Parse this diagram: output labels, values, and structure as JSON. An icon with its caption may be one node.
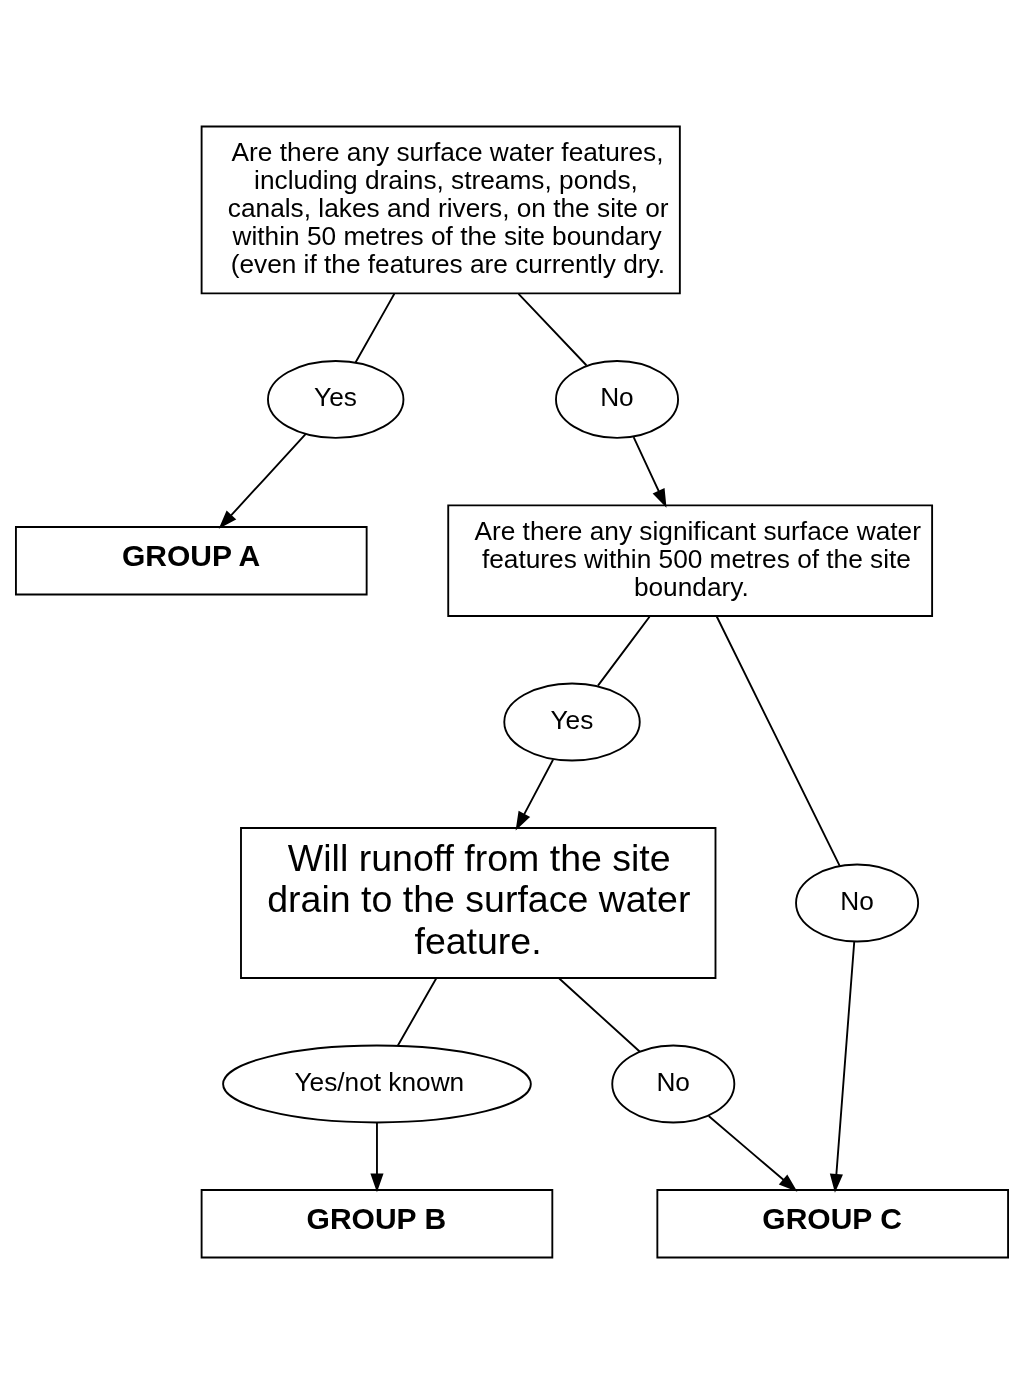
{
  "diagram": {
    "nodes": [
      {
        "text": [
          "Are there any surface water features, including drains, streams, ponds, canals, lakes and rivers, on the site or within 50 metres of the site boundary (even if the features are currently dry."
        ]
      },
      {
        "text": [
          "Yes"
        ]
      },
      {
        "text": [
          "No"
        ]
      },
      {
        "text": [
          "GROUP A"
        ]
      },
      {
        "text": [
          "Are there any significant surface water features within 500 metres of the site boundary."
        ]
      },
      {
        "text": [
          "Yes"
        ]
      },
      {
        "text": [
          "No"
        ]
      },
      {
        "text": [
          "Will runoff from the site drain to the surface water feature."
        ]
      },
      {
        "text": [
          "Yes/not known"
        ]
      },
      {
        "text": [
          "No"
        ]
      },
      {
        "text": [
          "GROUP B"
        ]
      },
      {
        "text": [
          "GROUP C"
        ]
      }
    ],
    "edges": [
      {
        "from": 0,
        "to": 1,
        "arrow": "none"
      },
      {
        "from": 1,
        "to": 3,
        "arrow": "to"
      },
      {
        "from": 0,
        "to": 2,
        "arrow": "none"
      },
      {
        "from": 2,
        "to": 4,
        "arrow": "to"
      },
      {
        "from": 4,
        "to": 5,
        "arrow": "none"
      },
      {
        "from": 5,
        "to": 7,
        "arrow": "to"
      },
      {
        "from": 4,
        "to": 6,
        "arrow": "none"
      },
      {
        "from": 6,
        "to": 11,
        "arrow": "to"
      },
      {
        "from": 7,
        "to": 8,
        "arrow": "none"
      },
      {
        "from": 8,
        "to": 10,
        "arrow": "to"
      },
      {
        "from": 7,
        "to": 9,
        "arrow": "none"
      },
      {
        "from": 9,
        "to": 11,
        "arrow": "to"
      }
    ]
  }
}
